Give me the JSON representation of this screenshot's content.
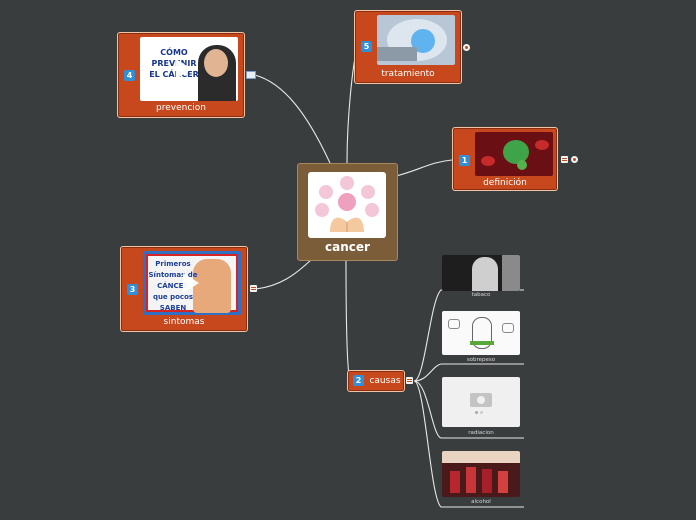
{
  "center": {
    "label": "cancer",
    "icon": "hands-holding-organs-icon"
  },
  "nodes": {
    "prevencion": {
      "number": "4",
      "label": "prevencion",
      "video_title_lines": [
        "CÓMO",
        "PREVENIR",
        "EL CÁNCER"
      ]
    },
    "tratamiento": {
      "number": "5",
      "label": "tratamiento"
    },
    "definicion": {
      "number": "1",
      "label": "definición"
    },
    "sintomas": {
      "number": "3",
      "label": "sintomas",
      "video_title_lines": [
        "Primeros",
        "Síntomas de",
        "CÁNCER",
        "que pocos",
        "SABEN"
      ]
    },
    "causas": {
      "number": "2",
      "label": "causas"
    }
  },
  "causes": [
    {
      "caption": "tabaco"
    },
    {
      "caption": "sobrepeso"
    },
    {
      "caption": "radiacion"
    },
    {
      "caption": "alcohol"
    }
  ],
  "colors": {
    "background": "#3a3d3e",
    "node": "#c7481c",
    "center": "#7b5d3a",
    "badge": "#2f8fd8",
    "line": "#e6e6e6"
  }
}
